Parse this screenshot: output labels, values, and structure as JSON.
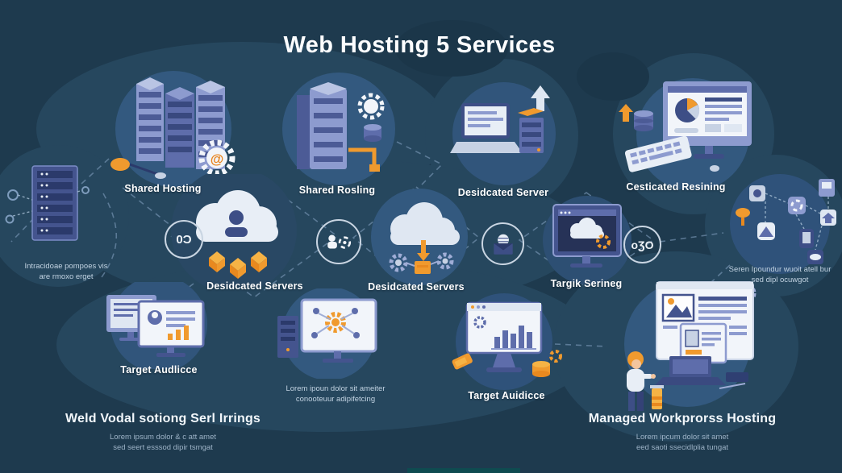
{
  "title": "Web Hosting 5 Services",
  "glyphs": {
    "at_sign": "@"
  },
  "clusters": {
    "shared_hosting": {
      "label": "Shared Hosting"
    },
    "shared_rosling": {
      "label": "Shared Rosling"
    },
    "desidcated_server": {
      "label": "Desidcated Server"
    },
    "cesticated_resining": {
      "label": "Cesticated Resining"
    },
    "desidcated_servers_left": {
      "label": "Desidcated Servers"
    },
    "desidcated_servers_center": {
      "label": "Desidcated Servers"
    },
    "targik_serineg": {
      "label": "Targik Serineg"
    },
    "target_audlicce": {
      "label": "Target Audlicce"
    },
    "target_auidicce": {
      "label": "Target Auidicce"
    }
  },
  "badges": {
    "oc_badge": "0Ɔ",
    "o3o_badge": "oƷO"
  },
  "notes": {
    "left_line1": "Intracidoae pompoes vis",
    "left_line2": "are rmoxo erget",
    "right_line1": "Seren Ipoundur wuoit atell bur",
    "right_line2": "sed dipl ocuwgot",
    "center_line1": "Lorem ipoun dolor sit ameiter",
    "center_line2": "conooteuur adipifetcing"
  },
  "footers": {
    "left": {
      "heading": "Weld Vodal sotiong Serl Irrings",
      "sub1": "Lorem ipsum dolor & c att amet",
      "sub2": "sed seert esssod dipir tsmgat"
    },
    "right": {
      "heading": "Managed Workprorss Hosting",
      "sub1": "Lorem ipcum dolor sit amet",
      "sub2": "eed saoti ssecidlplia tungat"
    }
  },
  "colors": {
    "background": "#1e3a4e",
    "blob": "#26475e",
    "accent_orange": "#f09a2e",
    "illustration_blue": "#5e6dab",
    "circle_blue": "#33597f",
    "text_white": "#f5f8fb",
    "text_muted": "#9db3c7"
  }
}
